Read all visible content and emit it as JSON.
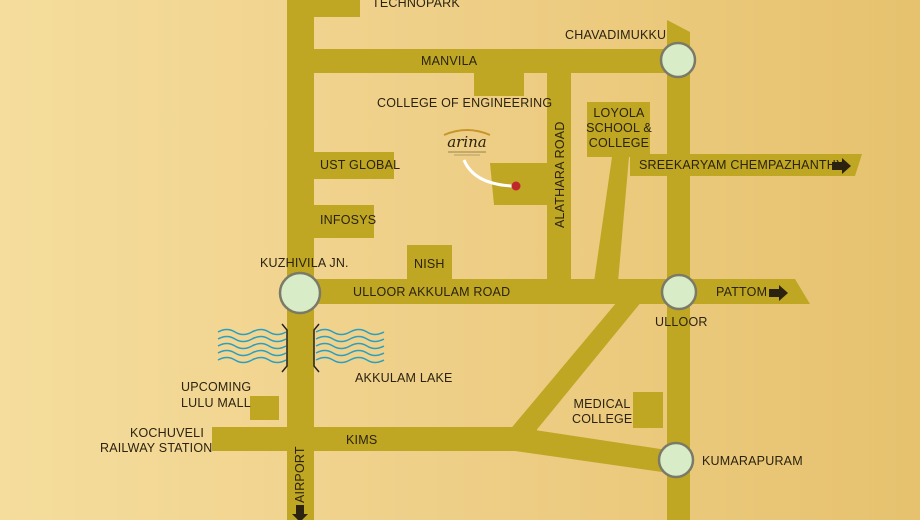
{
  "map": {
    "places": {
      "technopark": "TECHNOPARK",
      "chavadimukku": "CHAVADIMUKKU",
      "manvila": "MANVILA",
      "college_engineering": "COLLEGE OF ENGINEERING",
      "loyola_line1": "LOYOLA",
      "loyola_line2": "SCHOOL &",
      "loyola_line3": "COLLEGE",
      "ust_global": "UST GLOBAL",
      "sreekaryam": "SREEKARYAM CHEMPAZHANTHY",
      "infosys": "INFOSYS",
      "alathara_road": "ALATHARA ROAD",
      "kuzhivila": "KUZHIVILA JN.",
      "nish": "NISH",
      "ulloor_akkulam_road": "ULLOOR AKKULAM ROAD",
      "pattom": "PATTOM",
      "ulloor": "ULLOOR",
      "akkulam_lake": "AKKULAM LAKE",
      "lulu_line1": "UPCOMING",
      "lulu_line2": "LULU MALL",
      "medical_line1": "MEDICAL",
      "medical_line2": "COLLEGE",
      "kochuveli_line1": "KOCHUVELI",
      "kochuveli_line2": "RAILWAY STATION",
      "kims": "KIMS",
      "kumarapuram": "KUMARAPURAM",
      "airport": "AIRPORT"
    },
    "logo_text": "arina",
    "colors": {
      "road": "#bfa623",
      "junction_fill": "#d8ecc8",
      "junction_stroke": "#7a7a66",
      "marker": "#c0272d",
      "water": "#2a9fc0",
      "arrow": "#2b2310"
    },
    "icons": {
      "junction": "circle",
      "site_marker": "red-dot",
      "lake": "wave-lines",
      "direction": "right-arrow"
    }
  }
}
